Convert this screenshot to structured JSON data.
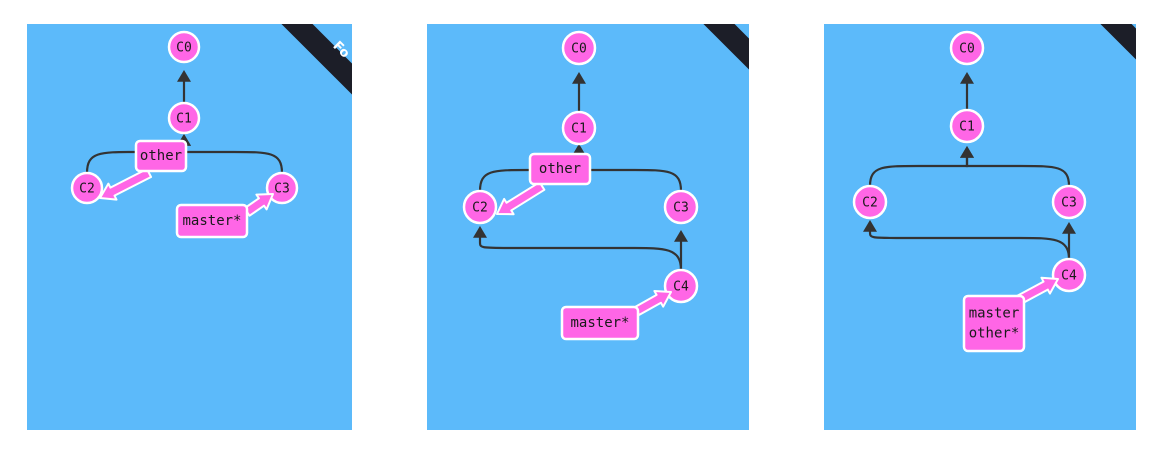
{
  "colors": {
    "background": "#5cbafa",
    "node": "#ff66e6",
    "node_border": "#ffffff",
    "edge": "#333333",
    "ribbon": "#1c1e28"
  },
  "ribbon_text": "Fo",
  "panels": [
    {
      "nodes": [
        {
          "id": "C0",
          "label": "C0"
        },
        {
          "id": "C1",
          "label": "C1"
        },
        {
          "id": "C2",
          "label": "C2"
        },
        {
          "id": "C3",
          "label": "C3"
        }
      ],
      "edges": [
        {
          "from": "C1",
          "to": "C0"
        },
        {
          "from": "C2",
          "to": "C1"
        },
        {
          "from": "C3",
          "to": "C1"
        }
      ],
      "branches": [
        {
          "lines": [
            "other"
          ],
          "target": "C2"
        },
        {
          "lines": [
            "master*"
          ],
          "target": "C3"
        }
      ]
    },
    {
      "nodes": [
        {
          "id": "C0",
          "label": "C0"
        },
        {
          "id": "C1",
          "label": "C1"
        },
        {
          "id": "C2",
          "label": "C2"
        },
        {
          "id": "C3",
          "label": "C3"
        },
        {
          "id": "C4",
          "label": "C4"
        }
      ],
      "edges": [
        {
          "from": "C1",
          "to": "C0"
        },
        {
          "from": "C2",
          "to": "C1"
        },
        {
          "from": "C3",
          "to": "C1"
        },
        {
          "from": "C4",
          "to": "C2"
        },
        {
          "from": "C4",
          "to": "C3"
        }
      ],
      "branches": [
        {
          "lines": [
            "other"
          ],
          "target": "C2"
        },
        {
          "lines": [
            "master*"
          ],
          "target": "C4"
        }
      ]
    },
    {
      "nodes": [
        {
          "id": "C0",
          "label": "C0"
        },
        {
          "id": "C1",
          "label": "C1"
        },
        {
          "id": "C2",
          "label": "C2"
        },
        {
          "id": "C3",
          "label": "C3"
        },
        {
          "id": "C4",
          "label": "C4"
        }
      ],
      "edges": [
        {
          "from": "C1",
          "to": "C0"
        },
        {
          "from": "C2",
          "to": "C1"
        },
        {
          "from": "C3",
          "to": "C1"
        },
        {
          "from": "C4",
          "to": "C2"
        },
        {
          "from": "C4",
          "to": "C3"
        }
      ],
      "branches": [
        {
          "lines": [
            "master",
            "other*"
          ],
          "target": "C4"
        }
      ]
    }
  ]
}
